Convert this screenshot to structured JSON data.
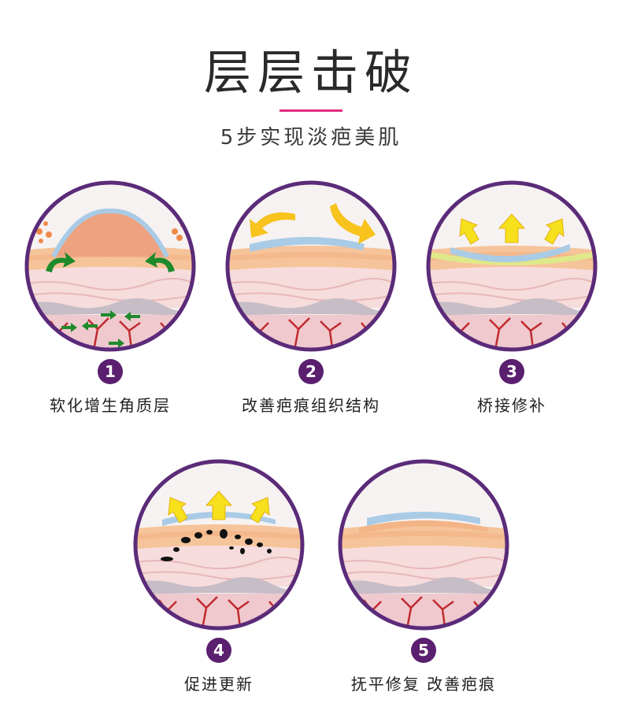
{
  "header": {
    "title": "层层击破",
    "subtitle": "5步实现淡疤美肌"
  },
  "colors": {
    "accent_line": "#e22b7f",
    "ring": "#5b2b79",
    "badge": "#5b1f6f",
    "arrow_yellow": "#f7e01c",
    "arrow_green": "#1f8a2b",
    "silicone_blue": "#a9cbe6"
  },
  "steps": [
    {
      "number": "1",
      "label": "软化增生角质层"
    },
    {
      "number": "2",
      "label": "改善疤痕组织结构"
    },
    {
      "number": "3",
      "label": "桥接修补"
    },
    {
      "number": "4",
      "label": "促进更新"
    },
    {
      "number": "5",
      "label": "抚平修复 改善疤痕"
    }
  ]
}
